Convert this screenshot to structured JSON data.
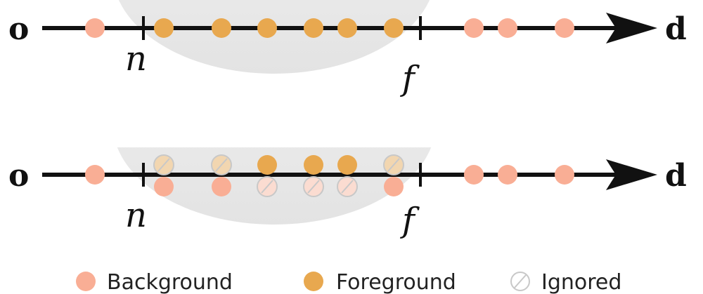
{
  "colors": {
    "background": "#F9AE95",
    "foreground": "#E8A84F",
    "ignored_stroke": "#C8C8C8",
    "ignored_fill_bg": "#FBDCD1",
    "ignored_fill_fg": "#F2D6B0",
    "shade": "#E6E6E6",
    "axis": "#111111"
  },
  "rays": [
    {
      "origin_label": "o",
      "direction_label": "d",
      "near_label": "n",
      "far_label": "f",
      "samples_on_axis": [
        {
          "t": 135,
          "kind": "background"
        },
        {
          "t": 233,
          "kind": "foreground"
        },
        {
          "t": 315,
          "kind": "foreground"
        },
        {
          "t": 380,
          "kind": "foreground"
        },
        {
          "t": 446,
          "kind": "foreground"
        },
        {
          "t": 494,
          "kind": "foreground"
        },
        {
          "t": 560,
          "kind": "foreground"
        },
        {
          "t": 674,
          "kind": "background"
        },
        {
          "t": 722,
          "kind": "background"
        },
        {
          "t": 803,
          "kind": "background"
        }
      ]
    },
    {
      "origin_label": "o",
      "direction_label": "d",
      "near_label": "n",
      "far_label": "f",
      "samples_on_axis": [
        {
          "t": 135,
          "kind": "background"
        },
        {
          "t": 674,
          "kind": "background"
        },
        {
          "t": 722,
          "kind": "background"
        },
        {
          "t": 803,
          "kind": "background"
        }
      ],
      "samples_above": [
        {
          "t": 233,
          "kind": "ignored_fg"
        },
        {
          "t": 315,
          "kind": "ignored_fg"
        },
        {
          "t": 380,
          "kind": "foreground"
        },
        {
          "t": 446,
          "kind": "foreground"
        },
        {
          "t": 494,
          "kind": "foreground"
        },
        {
          "t": 560,
          "kind": "ignored_fg"
        }
      ],
      "samples_below": [
        {
          "t": 233,
          "kind": "background"
        },
        {
          "t": 315,
          "kind": "background"
        },
        {
          "t": 380,
          "kind": "ignored_bg"
        },
        {
          "t": 446,
          "kind": "ignored_bg"
        },
        {
          "t": 494,
          "kind": "ignored_bg"
        },
        {
          "t": 560,
          "kind": "background"
        }
      ]
    }
  ],
  "legend": [
    {
      "label": "Background",
      "kind": "background"
    },
    {
      "label": "Foreground",
      "kind": "foreground"
    },
    {
      "label": "Ignored",
      "kind": "ignored"
    }
  ]
}
